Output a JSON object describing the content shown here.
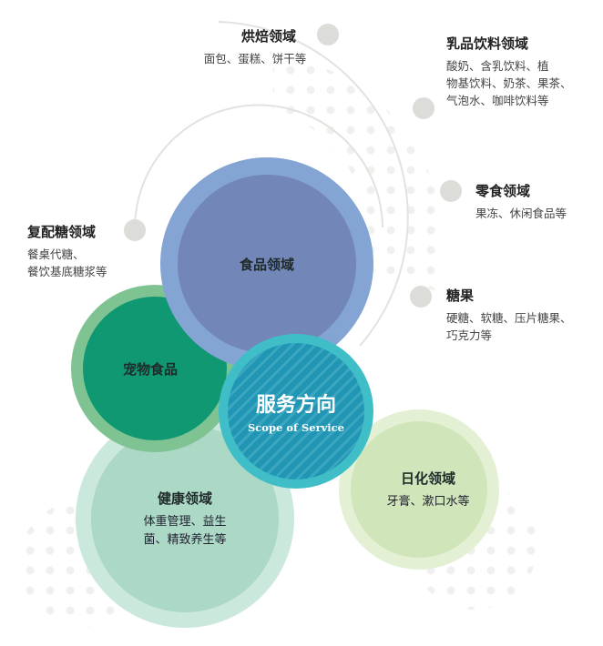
{
  "center": {
    "title": "服务方向",
    "subtitle": "Scope of Service"
  },
  "outer_items": [
    {
      "title": "烘焙领域",
      "desc": [
        "面包、蛋糕、饼干等"
      ]
    },
    {
      "title": "乳品饮料领域",
      "desc": [
        "酸奶、含乳饮料、植",
        "物基饮料、奶茶、果茶、",
        "气泡水、咖啡饮料等"
      ]
    },
    {
      "title": "零食领域",
      "desc": [
        "果冻、休闲食品等"
      ]
    },
    {
      "title": "糖果",
      "desc": [
        "硬糖、软糖、压片糖果、",
        "巧克力等"
      ]
    },
    {
      "title": "复配糖领域",
      "desc": [
        "餐桌代糖、",
        "餐饮基底糖浆等"
      ]
    }
  ],
  "circles": {
    "food": {
      "title": "食品领域"
    },
    "pet": {
      "title": "宠物食品"
    },
    "health": {
      "title": "健康领域",
      "desc": [
        "体重管理、益生",
        "菌、精致养生等"
      ]
    },
    "daily": {
      "title": "日化领域",
      "desc": [
        "牙膏、漱口水等"
      ]
    }
  },
  "colors": {
    "food_outer": "#84a4d4",
    "food_inner": "#7386b8",
    "pet_outer": "#7fc393",
    "pet_inner": "#0f9872",
    "health_outer": "#cbe8dc",
    "health_inner": "#acd8c6",
    "daily_outer": "#e3f0d4",
    "daily_inner": "#d0e5b9",
    "center_ring": "#3fbec8",
    "center_fill": "#2196b4",
    "dot": "#dcdcd8"
  }
}
